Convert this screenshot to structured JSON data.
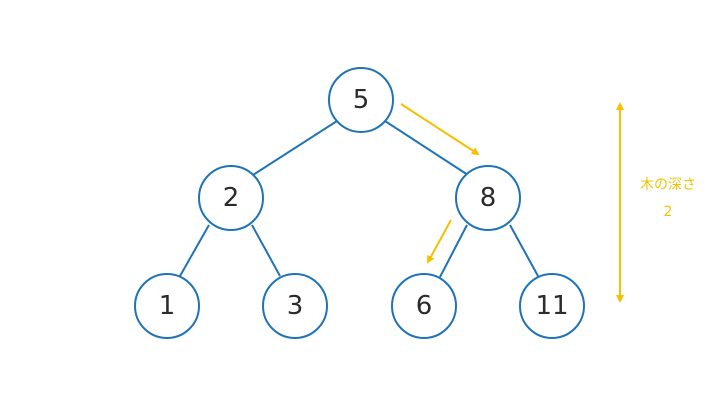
{
  "tree": {
    "nodes": [
      {
        "id": "n5",
        "label": "5"
      },
      {
        "id": "n2",
        "label": "2"
      },
      {
        "id": "n8",
        "label": "8"
      },
      {
        "id": "n1",
        "label": "1"
      },
      {
        "id": "n3",
        "label": "3"
      },
      {
        "id": "n6",
        "label": "6"
      },
      {
        "id": "n11",
        "label": "11"
      }
    ]
  },
  "depth": {
    "label": "木の深さ",
    "value": "2"
  },
  "colors": {
    "node_stroke": "#1f73b7",
    "accent": "#f5c000",
    "text": "#2b2b2b"
  }
}
